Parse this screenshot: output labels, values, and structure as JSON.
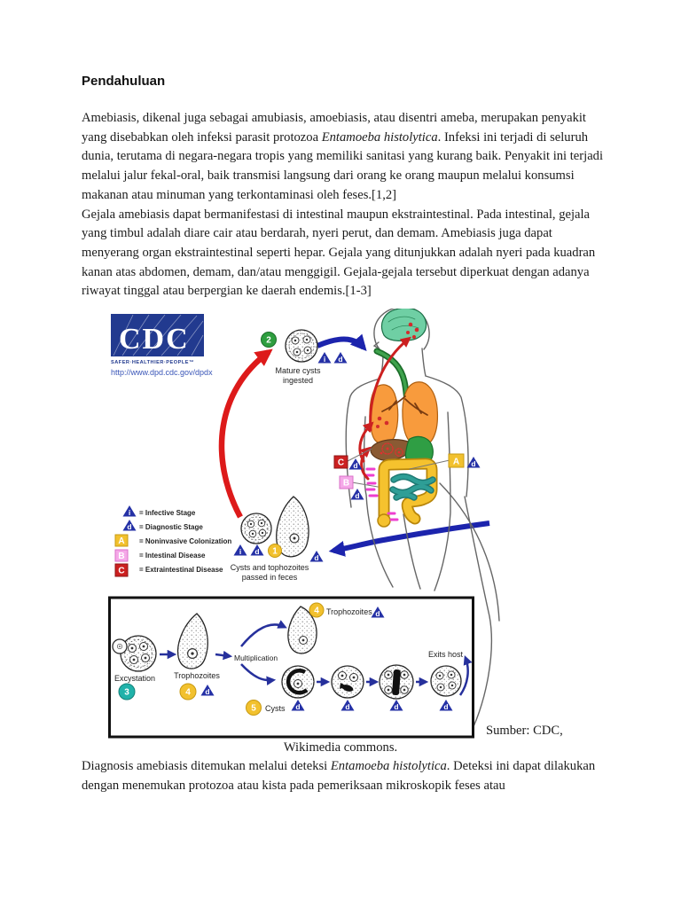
{
  "heading": "Pendahuluan",
  "intro": {
    "p1_before": "Amebiasis, dikenal juga sebagai amubiasis, amoebiasis, atau disentri ameba, merupakan penyakit yang disebabkan oleh infeksi parasit protozoa ",
    "p1_italic": "Entamoeba histolytica",
    "p1_after": ". Infeksi ini terjadi di seluruh dunia, terutama di negara-negara tropis yang memiliki sanitasi yang kurang baik. Penyakit ini terjadi melalui jalur fekal-oral, baik transmisi langsung dari orang ke orang maupun melalui konsumsi makanan atau minuman yang terkontaminasi oleh feses.[1,2]",
    "p2": "Gejala amebiasis dapat bermanifestasi di intestinal maupun ekstraintestinal. Pada intestinal, gejala yang timbul adalah diare cair atau berdarah, nyeri perut, dan demam. Amebiasis juga dapat menyerang organ ekstraintestinal seperti hepar. Gejala yang ditunjukkan adalah nyeri pada kuadran kanan atas abdomen, demam, dan/atau menggigil. Gejala-gejala tersebut diperkuat dengan adanya riwayat tinggal atau berpergian ke daerah endemis.[1-3]"
  },
  "figure": {
    "cdc": {
      "logo": "CDC",
      "tagline": "SAFER·HEALTHIER·PEOPLE™",
      "url": "http://www.dpd.cdc.gov/dpdx"
    },
    "stage_numbers": {
      "n1": "1",
      "n2": "2",
      "n3": "3",
      "n4": "4",
      "n5": "5"
    },
    "markers": {
      "i": "i",
      "d": "d",
      "A": "A",
      "B": "B",
      "C": "C"
    },
    "labels": {
      "mature_cysts_line1": "Mature cysts",
      "mature_cysts_line2": "ingested",
      "feces_line1": "Cysts and tophozoites",
      "feces_line2": "passed in feces",
      "excystation": "Excystation",
      "trophozoites_left": "Trophozoites",
      "multiplication": "Multiplication",
      "trophozoites_top": "Trophozoites",
      "cysts": "Cysts",
      "exits_host": "Exits host"
    },
    "legend": [
      {
        "symbol": "i",
        "text": "= Infective Stage"
      },
      {
        "symbol": "d",
        "text": "= Diagnostic Stage"
      },
      {
        "symbol": "A",
        "text": "= Noninvasive Colonization"
      },
      {
        "symbol": "B",
        "text": "= Intestinal Disease"
      },
      {
        "symbol": "C",
        "text": "= Extraintestinal Disease"
      }
    ],
    "colors": {
      "cdc_blue": "#223a8f",
      "arrow_red": "#dd1a1a",
      "arrow_blue": "#1c24ad",
      "triangle_navy": "#2531a6",
      "stage_green": "#2e9e3f",
      "stage_teal": "#20b2aa",
      "stage_yellow": "#f2c12e",
      "box_a_yellow": "#f2c12e",
      "box_b_pink": "#f5a8e8",
      "box_c_red": "#cc2020",
      "lung_orange": "#f89b3d",
      "liver_brown": "#8a5a33",
      "stomach_green": "#2f9e44",
      "colon_yellow": "#f5c22e",
      "intestine_teal": "#2e9e96",
      "brain_teal": "#6fcfa4",
      "magenta": "#ee3fcf"
    }
  },
  "caption": {
    "source": "Sumber: CDC,",
    "attribution": "Wikimedia commons."
  },
  "diagnosis": {
    "before": "Diagnosis amebiasis ditemukan melalui deteksi ",
    "italic": "Entamoeba histolytica",
    "after": ". Deteksi ini dapat dilakukan dengan menemukan protozoa atau kista pada pemeriksaan mikroskopik feses atau"
  }
}
